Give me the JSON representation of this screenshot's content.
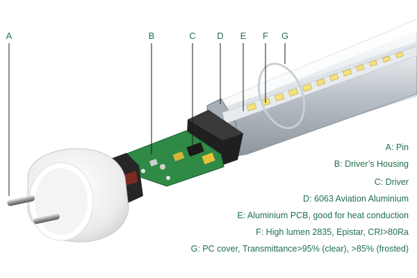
{
  "callouts": {
    "a": "A",
    "b": "B",
    "c": "C",
    "d": "D",
    "e": "E",
    "f": "F",
    "g": "G"
  },
  "legend": {
    "a": "A: Pin",
    "b": "B: Driver’s Housing",
    "c": "C: Driver",
    "d": "D: 6063 Aviation Aluminium",
    "e": "E: Aluminium PCB, good for heat conduction",
    "f": "F: High lumen 2835, Epistar, CRI>80Ra",
    "g": "G: PC cover, Transmittance>95% (clear), >85% (frosted)"
  },
  "colors": {
    "label_text": "#1f6f4a",
    "leader_line": "#1a1a1a",
    "aluminium": "#c9ced3",
    "pc_cover": "#eef2f5",
    "pcb_green": "#2f8a45",
    "end_cap": "#f2f2f2",
    "led_yellow": "#f3e27a"
  }
}
